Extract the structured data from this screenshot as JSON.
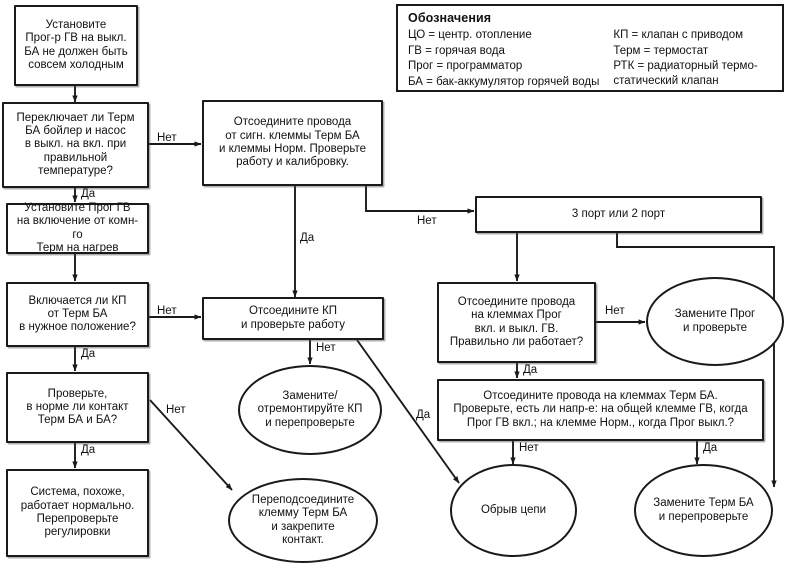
{
  "legend": {
    "title": "Обозначения",
    "left_entries": [
      "ЦО = центр. отопление",
      "ГВ = горячая вода",
      "Прог = программатор",
      "БА = бак-аккумулятор горячей воды"
    ],
    "right_entries": [
      "КП = клапан с приводом",
      "Терм = термостат",
      "РТК = радиаторный термо-\n        статический клапан"
    ]
  },
  "nodes": {
    "start": "Установите\nПрог-р ГВ на выкл.\nБА не должен быть\nсовсем холодным",
    "q_therm_switch": "Переключает ли Терм\nБА бойлер и насос\nв выкл. на вкл. при\nправильной\nтемпературе?",
    "disconnect_signal": "Отсоедините провода\nот сигн. клеммы Терм БА\nи клеммы Норм. Проверьте\nработу и калибровку.",
    "port_choice": "3 порт или 2 порт",
    "set_prog_hw": "Установите Прог ГВ\nна включение от комн-го\nТерм на нагрев",
    "q_valve_on": "Включается ли КП\nот Терм БА\nв нужное положение?",
    "disconnect_valve": "Отсоедините КП\nи проверьте работу",
    "q_prog_terminals": "Отсоедините провода\nна клеммах Прог\nвкл. и выкл. ГВ.\nПравильно ли работает?",
    "replace_prog": "Замените Прог\nи проверьте",
    "q_contact_ok": "Проверьте,\nв норме ли контакт\nТерм БА и БА?",
    "replace_valve": "Замените/\nотремонтируйте КП\nи перепроверьте",
    "q_therm_terminals": "Отсоедините провода на клеммах Терм БА.\nПроверьте, есть ли напр-е: на общей клемме ГВ, когда\nПрог ГВ вкл.; на клемме Норм., когда Прог выкл.?",
    "system_ok": "Система, похоже,\nработает нормально.\nПерепроверьте\nрегулировки",
    "reconnect_terminal": "Переподсоедините\nклемму Терм БА\nи закрепите\nконтакт.",
    "open_circuit": "Обрыв цепи",
    "replace_therm": "Замените Терм БА\nи перепроверьте"
  },
  "edge_labels": {
    "yes": "Да",
    "no": "Нет",
    "start_to_q1": "",
    "q1_no": "Нет",
    "q1_yes": "Да",
    "disconnect_signal_no": "Нет",
    "disconnect_signal_yes": "Да",
    "setprog_to_qvalve": "",
    "qvalve_no": "Нет",
    "qvalve_yes": "Да",
    "disconnect_valve_no": "Нет",
    "disconnect_valve_yes": "Да",
    "qprog_no": "Нет",
    "qprog_yes": "Да",
    "qcontact_no": "Нет",
    "qcontact_yes": "Да",
    "qtherm_no": "Нет",
    "qtherm_yes": "Да"
  },
  "colors": {
    "stroke": "#1a1a1a",
    "text": "#111111",
    "background": "#ffffff"
  }
}
